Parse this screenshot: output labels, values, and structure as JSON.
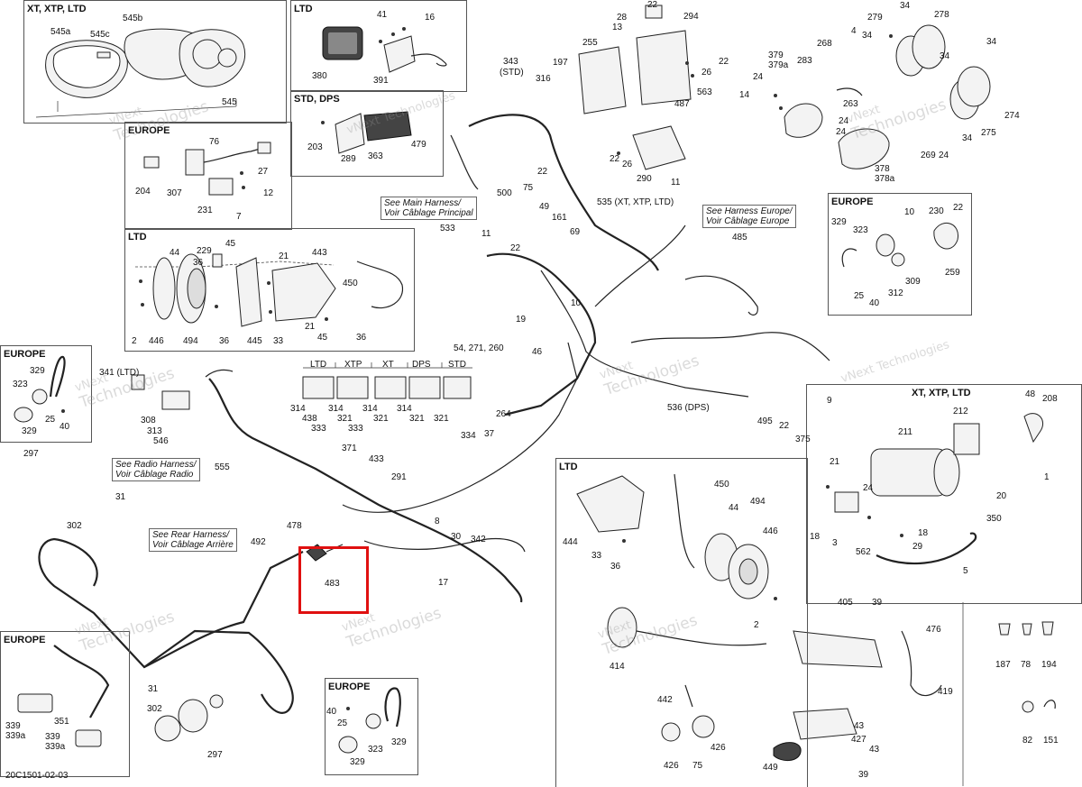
{
  "diagram_id": "20C1501-02-03",
  "watermark": {
    "line1": "vNext",
    "line2": "Technologies",
    "inline": "vNext Technologies"
  },
  "highlight": {
    "label": "483",
    "color": "#e01010"
  },
  "panels": [
    {
      "key": "xt",
      "title": "XT, XTP, LTD"
    },
    {
      "key": "ltd_top",
      "title": "LTD"
    },
    {
      "key": "std_dps",
      "title": "STD, DPS"
    },
    {
      "key": "europe_switch",
      "title": "EUROPE"
    },
    {
      "key": "ltd_mid",
      "title": "LTD"
    },
    {
      "key": "europe_left",
      "title": "EUROPE"
    },
    {
      "key": "europe_bl",
      "title": "EUROPE"
    },
    {
      "key": "europe_bm",
      "title": "EUROPE"
    },
    {
      "key": "europe_right",
      "title": "EUROPE"
    },
    {
      "key": "winch",
      "title": "XT, XTP, LTD"
    },
    {
      "key": "ltd_bottom",
      "title": "LTD"
    }
  ],
  "notes": {
    "main": [
      "See Main Harness/",
      "Voir Câblage Principal"
    ],
    "europe": [
      "See Harness Europe/",
      "Voir Câblage Europe"
    ],
    "radio": [
      "See Radio Harness/",
      "Voir Câblage Radio"
    ],
    "rear": [
      "See Rear Harness/",
      "Voir Câblage Arrière"
    ]
  },
  "variant_headers": [
    "LTD",
    "XTP",
    "XT",
    "DPS",
    "STD"
  ],
  "labels": [
    [
      "545a",
      "545c",
      "545b",
      "545"
    ],
    [
      "41",
      "16",
      "380",
      "391"
    ],
    [
      "479",
      "203",
      "289",
      "363"
    ],
    [
      "76",
      "27",
      "204",
      "307",
      "12",
      "231",
      "7"
    ],
    [
      "229",
      "45",
      "21",
      "443",
      "44",
      "36",
      "450",
      "2",
      "446",
      "494",
      "36",
      "445",
      "33",
      "21",
      "45",
      "36"
    ],
    [
      "329",
      "323",
      "25",
      "40",
      "329",
      "341 (LTD)"
    ],
    [
      "308",
      "313",
      "546"
    ],
    [
      "314",
      "438",
      "333",
      "314",
      "321",
      "333",
      "314",
      "321",
      "314",
      "321",
      "321"
    ],
    [
      "297",
      "31",
      "302",
      "555",
      "478",
      "492",
      "483",
      "17",
      "342",
      "8",
      "30"
    ],
    [
      "339",
      "339a",
      "351",
      "339",
      "339a"
    ],
    [
      "31",
      "302",
      "297"
    ],
    [
      "40",
      "25",
      "323",
      "329",
      "329"
    ],
    [
      "343",
      "(STD)",
      "197",
      "316",
      "255",
      "22",
      "28",
      "13",
      "294",
      "22",
      "26",
      "563",
      "487",
      "22",
      "26",
      "290",
      "11",
      "22"
    ],
    [
      "500",
      "75",
      "49",
      "161",
      "69",
      "535 (XT, XTP, LTD)",
      "485",
      "533",
      "11",
      "22",
      "10",
      "19",
      "46",
      "54, 271, 260",
      "264",
      "37",
      "334",
      "371",
      "433",
      "291",
      "536 (DPS)"
    ],
    [
      "34",
      "279",
      "278",
      "4",
      "34",
      "34",
      "34",
      "379",
      "379a",
      "283",
      "268",
      "24",
      "14",
      "263",
      "24",
      "274",
      "275",
      "34",
      "24",
      "378",
      "378a",
      "269",
      "24"
    ],
    [
      "10",
      "230",
      "22",
      "329",
      "323",
      "25",
      "40",
      "312",
      "309",
      "259"
    ],
    [
      "9",
      "495",
      "22",
      "375"
    ],
    [
      "48",
      "208",
      "211",
      "212",
      "1",
      "21",
      "24",
      "20",
      "18",
      "29",
      "3",
      "562",
      "5",
      "350",
      "18"
    ],
    [
      "450",
      "444",
      "44",
      "494",
      "446",
      "33",
      "36",
      "2"
    ],
    [
      "405",
      "39",
      "476",
      "414",
      "419",
      "442",
      "426",
      "426",
      "75",
      "449",
      "43",
      "427",
      "43",
      "39"
    ],
    [
      "187",
      "78",
      "194",
      "82",
      "151"
    ]
  ],
  "colors": {
    "line": "#222222",
    "highlight": "#e01010",
    "background": "#ffffff"
  }
}
